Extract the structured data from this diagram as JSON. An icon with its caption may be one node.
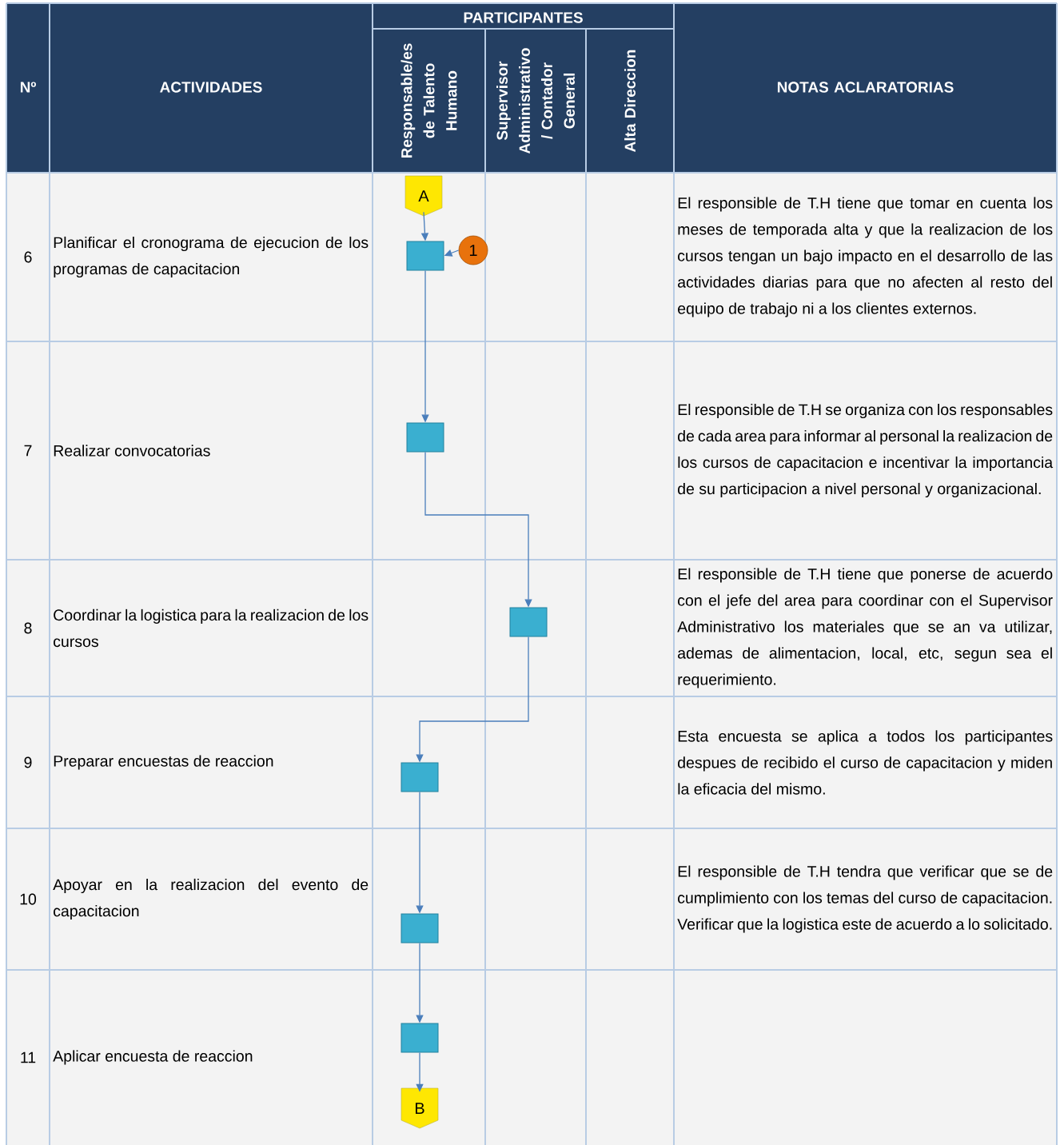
{
  "diagram": {
    "nodes": [
      {
        "text": [
          "A"
        ]
      },
      {
        "text": [
          "1"
        ]
      },
      {
        "text": [],
        "shape": "box"
      },
      {
        "text": [],
        "shape": "box"
      },
      {
        "text": [],
        "shape": "box"
      },
      {
        "text": [],
        "shape": "box"
      },
      {
        "text": [],
        "shape": "box"
      },
      {
        "text": [],
        "shape": "box"
      },
      {
        "text": [
          "B"
        ]
      }
    ],
    "edges": [
      {
        "from": 0,
        "to": 2,
        "arrow": "to"
      },
      {
        "from": 1,
        "to": 2,
        "arrow": "to"
      },
      {
        "from": 2,
        "to": 3,
        "arrow": "to"
      },
      {
        "from": 3,
        "to": 4,
        "arrow": "to"
      },
      {
        "from": 4,
        "to": 5,
        "arrow": "to"
      },
      {
        "from": 5,
        "to": 6,
        "arrow": "to"
      },
      {
        "from": 6,
        "to": 7,
        "arrow": "to"
      },
      {
        "from": 7,
        "to": 8,
        "arrow": "to"
      }
    ],
    "labels": [
      "Nº",
      "ACTIVIDADES",
      "PARTICIPANTES",
      "Responsable/es de Talento Humano",
      "Supervisor Administrativo / Contador General",
      "Alta Direccion",
      "NOTAS ACLARATORIAS",
      "6",
      "Planificar el cronograma de ejecucion de los programas de capacitacion",
      "El responsible de T.H tiene que tomar en cuenta los meses de temporada alta y que la realizacion de los cursos tengan un bajo impacto en el desarrollo de las actividades diarias para que no afecten al resto del equipo de trabajo ni a los clientes externos.",
      "7",
      "Realizar convocatorias",
      "El responsible de T.H se organiza con los responsables de cada area para informar al personal la realizacion de los cursos de capacitacion e incentivar la importancia de su participacion a nivel personal y organizacional.",
      "8",
      "Coordinar la logistica para la realizacion de los cursos",
      "El responsible de T.H tiene que ponerse de acuerdo con el jefe del area para coordinar con el Supervisor Administrativo los materiales que se an va utilizar, ademas de alimentacion, local, etc, segun sea el requerimiento.",
      "9",
      "Preparar encuestas de reaccion",
      "Esta encuesta se aplica a todos los participantes despues de recibido el curso de capacitacion y miden la eficacia del mismo.",
      "10",
      "Apoyar en la realizacion del evento de capacitacion",
      "El responsible de T.H tendra que verificar que se de cumplimiento con los temas del curso de capacitacion. Verificar que la logistica este de acuerdo a lo solicitado.",
      "11",
      "Aplicar encuesta de reaccion"
    ]
  }
}
